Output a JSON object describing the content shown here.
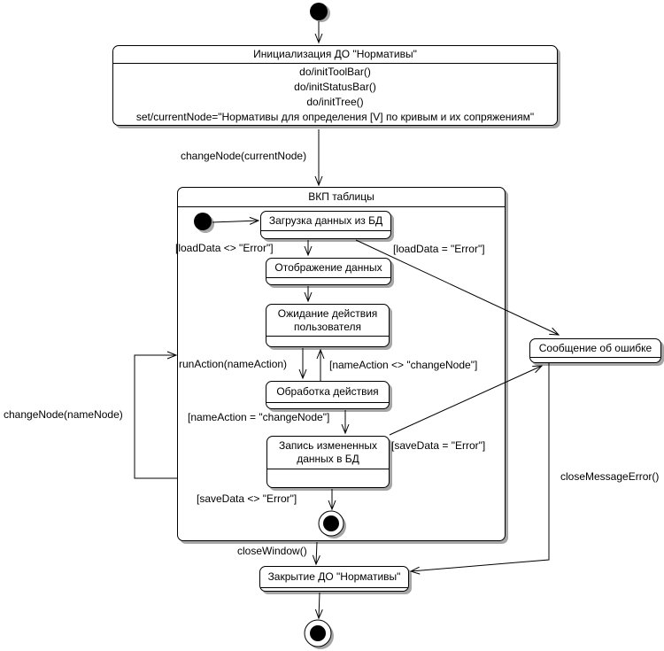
{
  "diagram": {
    "type": "uml-state-machine",
    "states": {
      "init": {
        "title": "Инициализация ДО \"Нормативы\"",
        "actions": [
          "do/initToolBar()",
          "do/initStatusBar()",
          "do/initTree()",
          "set/currentNode=\"Нормативы для определения [V] по кривым и их сопряжениям\""
        ]
      },
      "vkp": {
        "title": "ВКП таблицы"
      },
      "load": {
        "title": "Загрузка данных из БД"
      },
      "display": {
        "title": "Отображение данных"
      },
      "wait": {
        "title": "Ожидание действия пользователя"
      },
      "process": {
        "title": "Обработка действия"
      },
      "save": {
        "title": "Запись измененных данных в БД"
      },
      "error": {
        "title": "Сообщение об ошибке"
      },
      "close": {
        "title": "Закрытие ДО \"Нормативы\""
      }
    },
    "transitions": {
      "changeNodeCurrent": "changeNode(currentNode)",
      "loadOk": "[loadData <> \"Error\"]",
      "loadError": "[loadData = \"Error\"]",
      "runAction": "runAction(nameAction)",
      "nameActionOther": "[nameAction <> \"changeNode\"]",
      "nameActionChange": "[nameAction = \"changeNode\"]",
      "saveError": "[saveData = \"Error\"]",
      "saveOk": "[saveData <> \"Error\"]",
      "changeNodeName": "changeNode(nameNode)",
      "closeWindow": "closeWindow()",
      "closeMessageError": "closeMessageError()"
    },
    "colors": {
      "stroke": "#000000",
      "fill": "#ffffff",
      "shadow": "#a6a6a6"
    }
  }
}
